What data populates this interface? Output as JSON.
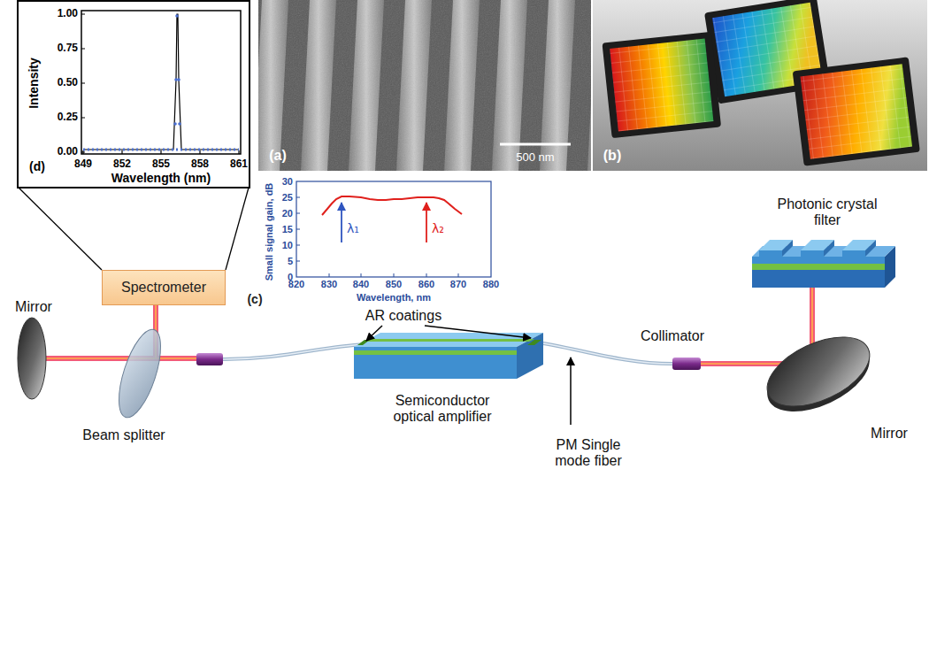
{
  "diagram": {
    "nodes": [
      {
        "text": [
          "Spectrometer"
        ]
      }
    ],
    "labels": [
      "(d)",
      "Intensity",
      "1.00",
      "0.75",
      "0.50",
      "0.25",
      "0.00",
      "849",
      "852",
      "855",
      "858",
      "861",
      "Wavelength (nm)",
      "(a)",
      "500 nm",
      "(b)",
      "Photonic crystal filter",
      "Small signal gain, dB",
      "30",
      "25",
      "20",
      "15",
      "10",
      "5",
      "0",
      "820",
      "830",
      "840",
      "850",
      "860",
      "870",
      "880",
      "Wavelength, nm",
      "λ₁",
      "λ₂",
      "(c)",
      "AR coatings",
      "Mirror",
      "Beam splitter",
      "Collimator",
      "Semiconductor optical amplifier",
      "PM Single mode fiber",
      "Mirror"
    ]
  }
}
